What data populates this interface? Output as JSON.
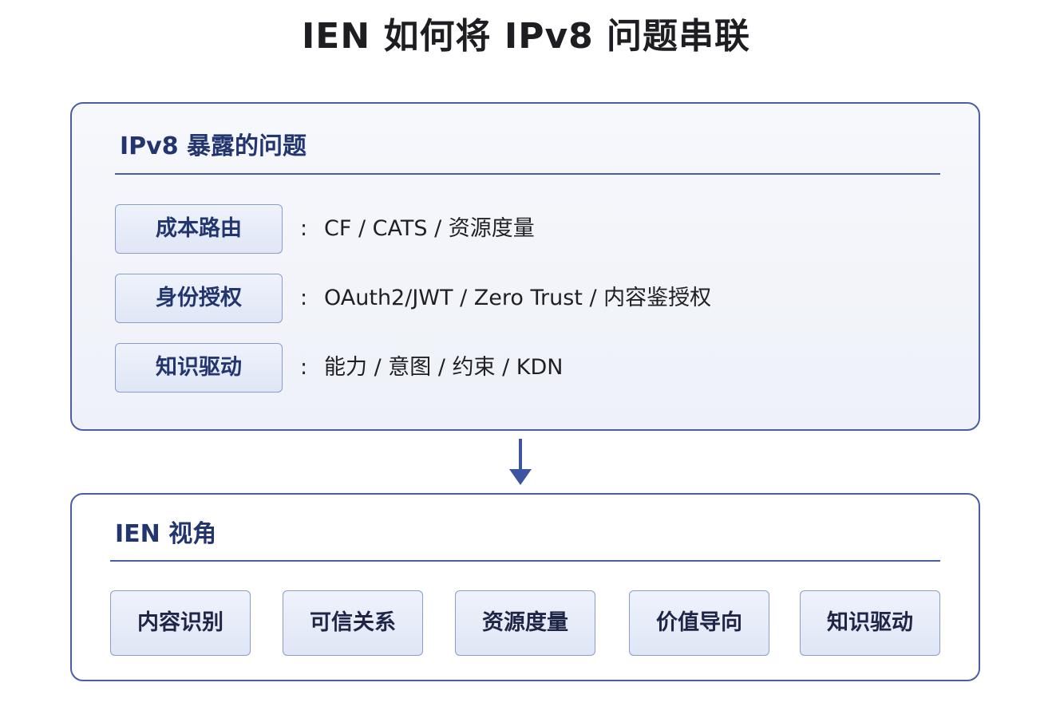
{
  "title": "IEN 如何将 IPv8 问题串联",
  "top_panel": {
    "heading": "IPv8 暴露的问题",
    "rows": [
      {
        "label": "成本路由",
        "separator": ":",
        "text": "CF  /  CATS  /  资源度量"
      },
      {
        "label": "身份授权",
        "separator": ":",
        "text": "OAuth2/JWT  /  Zero Trust  /  内容鉴授权"
      },
      {
        "label": "知识驱动",
        "separator": ":",
        "text": "能力  /  意图  /  约束  /  KDN"
      }
    ]
  },
  "bottom_panel": {
    "heading": "IEN 视角",
    "cards": [
      "内容识别",
      "可信关系",
      "资源度量",
      "价值导向",
      "知识驱动"
    ]
  },
  "colors": {
    "accent": "#4a5ea6",
    "heading": "#22356f",
    "box_fill": "#e6ebf7",
    "panel_fill": "#f3f5fb"
  }
}
